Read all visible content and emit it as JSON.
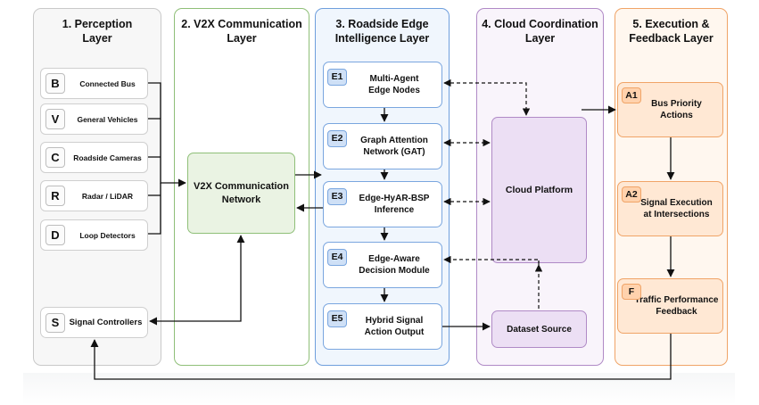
{
  "layers": [
    {
      "id": "l1",
      "title": "1. Perception\nLayer"
    },
    {
      "id": "l2",
      "title": "2. V2X Communication\nLayer"
    },
    {
      "id": "l3",
      "title": "3. Roadside Edge\nIntelligence Layer"
    },
    {
      "id": "l4",
      "title": "4. Cloud Coordination\nLayer"
    },
    {
      "id": "l5",
      "title": "5. Execution &\nFeedback Layer"
    }
  ],
  "perception": {
    "sensors": [
      {
        "letter": "B",
        "name": "Connected Bus"
      },
      {
        "letter": "V",
        "name": "General Vehicles"
      },
      {
        "letter": "C",
        "name": "Roadside Cameras"
      },
      {
        "letter": "R",
        "name": "Radar / LiDAR"
      },
      {
        "letter": "D",
        "name": "Loop Detectors"
      }
    ],
    "signal_controllers": {
      "letter": "S",
      "name": "Signal Controllers"
    }
  },
  "v2x": {
    "label": "V2X Communication\nNetwork"
  },
  "edge": {
    "modules": [
      {
        "badge": "E1",
        "label": "Multi-Agent\nEdge Nodes"
      },
      {
        "badge": "E2",
        "label": "Graph Attention\nNetwork (GAT)"
      },
      {
        "badge": "E3",
        "label": "Edge-HyAR-BSP\nInference"
      },
      {
        "badge": "E4",
        "label": "Edge-Aware\nDecision Module"
      },
      {
        "badge": "E5",
        "label": "Hybrid Signal\nAction Output"
      }
    ]
  },
  "cloud": {
    "platform_label": "Cloud Platform",
    "dataset_label": "Dataset Source"
  },
  "execution": {
    "steps": [
      {
        "badge": "A1",
        "label": "Bus Priority\nActions"
      },
      {
        "badge": "A2",
        "label": "Signal Execution\nat Intersections"
      },
      {
        "badge": "F",
        "label": "Traffic Performance\nFeedback"
      }
    ]
  },
  "colors": {
    "perception": "#c9c9c9",
    "v2x": "#8fbf78",
    "edge": "#6f9fdd",
    "cloud": "#b08ac6",
    "execution": "#f0a467"
  }
}
